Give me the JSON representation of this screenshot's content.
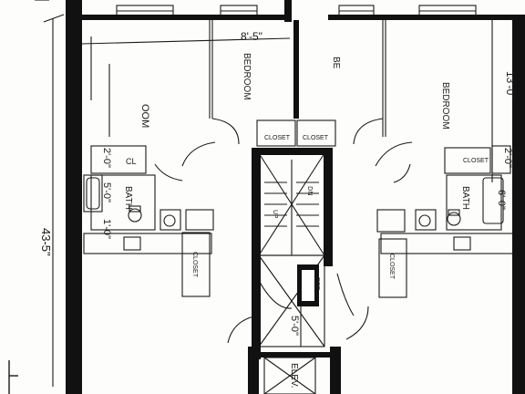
{
  "plan": {
    "dimensions": {
      "overall_height": "43-5\"",
      "top_width": "8'-5\"",
      "right_bedroom_depth": "13'-0\"",
      "left_closet_a": "2'-0\"",
      "left_bath_a": "5'-0\"",
      "left_bath_b": "1'-0\"",
      "right_closet_a": "2'-0\"",
      "right_bath_a": "6'-0\"",
      "corridor_width": "5'-0\""
    },
    "rooms": {
      "left_bedroom": "BEDROOM",
      "left_room": "OOM",
      "center_room": "BE",
      "right_bedroom": "BEDROOM",
      "left_bath": "BATH",
      "right_bath": "BATH",
      "left_cl": "CL",
      "closet_center_left": "CLOSET",
      "closet_center_right": "CLOSET",
      "closet_left_lower": "CLOSET",
      "closet_right_lower": "CLOSET",
      "closet_right_upper": "CLOSET",
      "ref": "REF",
      "elevator": "ELEV.",
      "stair_up": "UP",
      "stair_dn": "DN"
    }
  }
}
